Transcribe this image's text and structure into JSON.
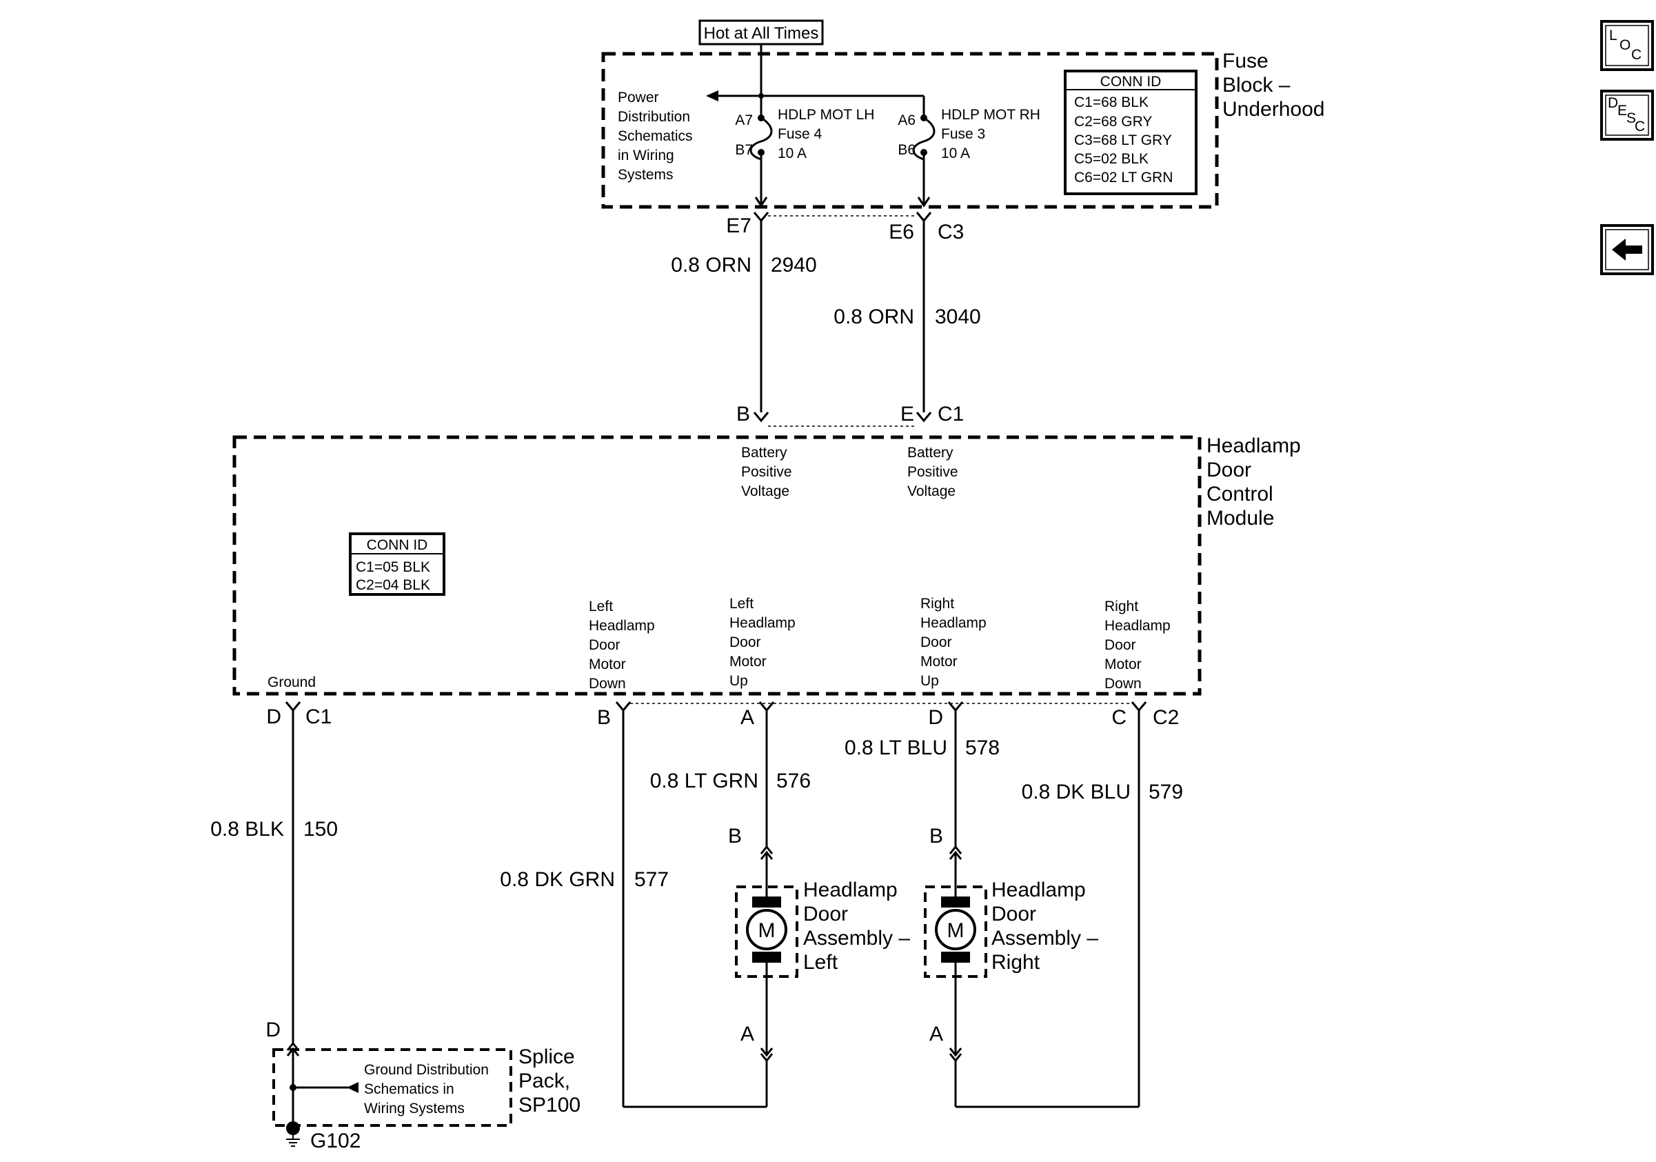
{
  "fuse_block": {
    "hot_label": "Hot at All Times",
    "title_lines": [
      "Fuse",
      "Block –",
      "Underhood"
    ],
    "power_dist_lines": [
      "Power",
      "Distribution",
      "Schematics",
      "in Wiring",
      "Systems"
    ],
    "conn_id": {
      "header": "CONN ID",
      "rows": [
        "C1=68 BLK",
        "C2=68 GRY",
        "C3=68 LT GRY",
        "C5=02 BLK",
        "C6=02 LT GRN"
      ]
    },
    "fuse_lh": {
      "pin_in": "A7",
      "pin_out": "B7",
      "lines": [
        "HDLP MOT LH",
        "Fuse 4",
        "10 A"
      ]
    },
    "fuse_rh": {
      "pin_in": "A6",
      "pin_out": "B6",
      "lines": [
        "HDLP MOT RH",
        "Fuse 3",
        "10 A"
      ]
    },
    "out_lh": "E7",
    "out_rh": "E6",
    "out_conn": "C3"
  },
  "wires": {
    "w2940": {
      "color": "0.8 ORN",
      "circuit": "2940"
    },
    "w3040": {
      "color": "0.8 ORN",
      "circuit": "3040"
    },
    "w150": {
      "color": "0.8 BLK",
      "circuit": "150"
    },
    "w577": {
      "color": "0.8 DK GRN",
      "circuit": "577"
    },
    "w576": {
      "color": "0.8 LT GRN",
      "circuit": "576"
    },
    "w578": {
      "color": "0.8 LT BLU",
      "circuit": "578"
    },
    "w579": {
      "color": "0.8 DK BLU",
      "circuit": "579"
    }
  },
  "module": {
    "title_lines": [
      "Headlamp",
      "Door",
      "Control",
      "Module"
    ],
    "in_b": "B",
    "in_e": "E",
    "in_conn": "C1",
    "batt_lines": [
      "Battery",
      "Positive",
      "Voltage"
    ],
    "conn_id": {
      "header": "CONN ID",
      "rows": [
        "C1=05 BLK",
        "C2=04 BLK"
      ]
    },
    "ground_label": "Ground",
    "ground_pin": "D",
    "ground_conn": "C1",
    "left_down_lines": [
      "Left",
      "Headlamp",
      "Door",
      "Motor",
      "Down"
    ],
    "left_up_lines": [
      "Left",
      "Headlamp",
      "Door",
      "Motor",
      "Up"
    ],
    "right_up_lines": [
      "Right",
      "Headlamp",
      "Door",
      "Motor",
      "Up"
    ],
    "right_down_lines": [
      "Right",
      "Headlamp",
      "Door",
      "Motor",
      "Down"
    ],
    "pin_b": "B",
    "pin_a": "A",
    "pin_d": "D",
    "pin_c": "C",
    "out_conn": "C2"
  },
  "motor_left": {
    "title_lines": [
      "Headlamp",
      "Door",
      "Assembly –",
      "Left"
    ],
    "symbol": "M",
    "pin_top": "B",
    "pin_bottom": "A"
  },
  "motor_right": {
    "title_lines": [
      "Headlamp",
      "Door",
      "Assembly –",
      "Right"
    ],
    "symbol": "M",
    "pin_top": "B",
    "pin_bottom": "A"
  },
  "splice": {
    "pin": "D",
    "title_lines": [
      "Splice",
      "Pack,",
      "SP100"
    ],
    "ground_dist_lines": [
      "Ground Distribution",
      "Schematics in",
      "Wiring Systems"
    ],
    "ground_id": "G102"
  },
  "nav": {
    "loc_icon": "loc-icon",
    "desc_icon": "desc-icon",
    "back_icon": "back-arrow-icon"
  }
}
